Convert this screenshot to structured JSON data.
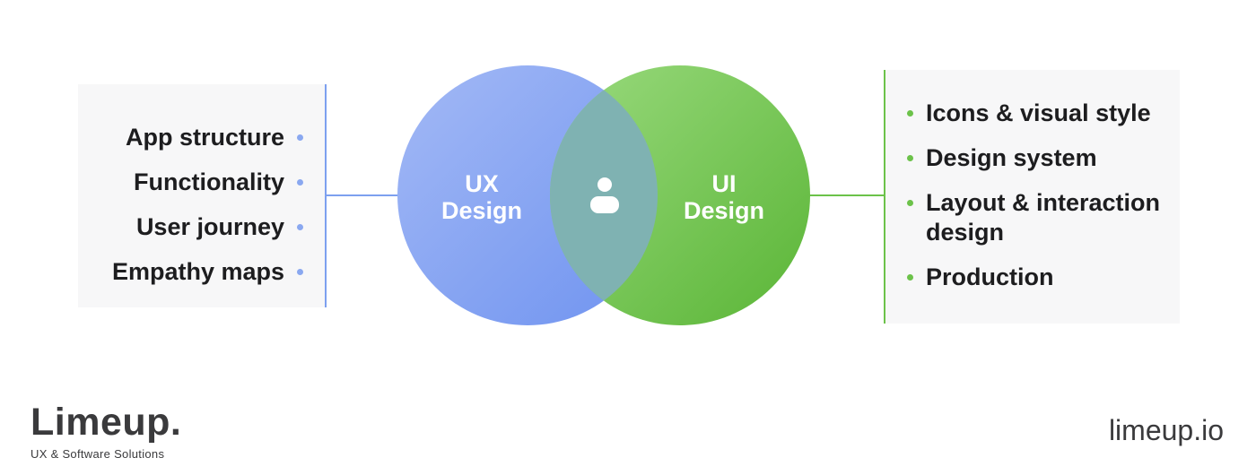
{
  "left_panel": {
    "items": [
      "App structure",
      "Functionality",
      "User journey",
      "Empathy maps"
    ]
  },
  "right_panel": {
    "items": [
      "Icons & visual style",
      "Design system",
      "Layout & interaction design",
      "Production"
    ]
  },
  "venn": {
    "ux_circle": {
      "line1": "UX",
      "line2": "Design"
    },
    "ui_circle": {
      "line1": "UI",
      "line2": "Design"
    },
    "center_icon": "user-icon"
  },
  "footer": {
    "brand_name": "Limeup.",
    "tagline": "UX & Software Solutions",
    "url": "limeup.io"
  },
  "colors": {
    "ux_blue": "#7e9ff1",
    "ui_green": "#6cc24a",
    "panel_bg": "#f7f7f8",
    "text_dark": "#1d1d1f"
  }
}
